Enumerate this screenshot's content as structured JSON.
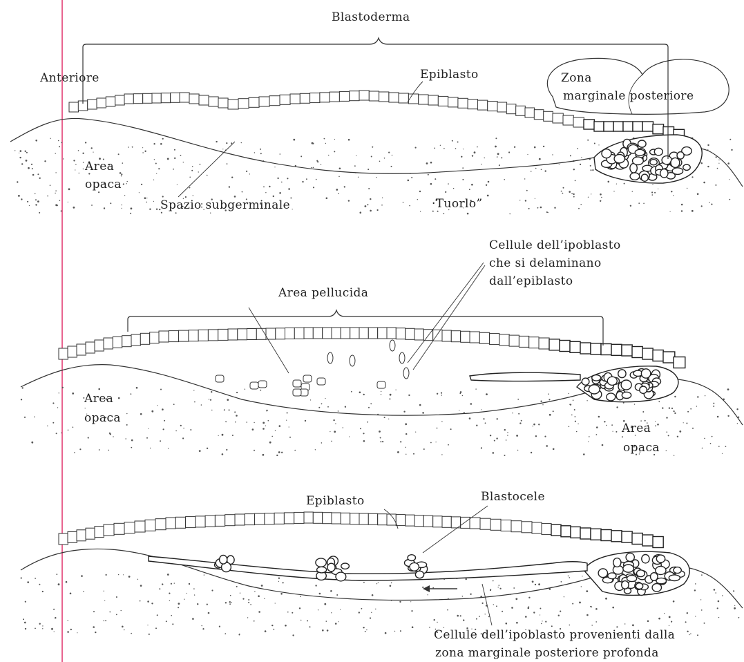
{
  "diagram": {
    "panel1": {
      "blastoderma": "Blastoderma",
      "anteriore": "Anteriore",
      "epiblasto": "Epiblasto",
      "zona_line1": "Zona",
      "zona_line2": "marginale posteriore",
      "area_line1": "Area",
      "area_line2": "opaca",
      "spazio": "Spazio subgerminale",
      "tuorlo": "·Tuorlo”"
    },
    "panel2": {
      "cellule_line1": "Cellule dell’ipoblasto",
      "cellule_line2": "che si delaminano",
      "cellule_line3": "dall’epiblasto",
      "area_pellucida": "Area pellucida",
      "area_left_line1": "Area",
      "area_left_line2": "opaca",
      "area_right_line1": "Area",
      "area_right_line2": "opaca"
    },
    "panel3": {
      "epiblasto": "Epiblasto",
      "blastocele": "Blastocele",
      "cellule_line1": "Cellule dell’ipoblasto provenienti dalla",
      "cellule_line2": "zona marginale posteriore profonda"
    }
  }
}
